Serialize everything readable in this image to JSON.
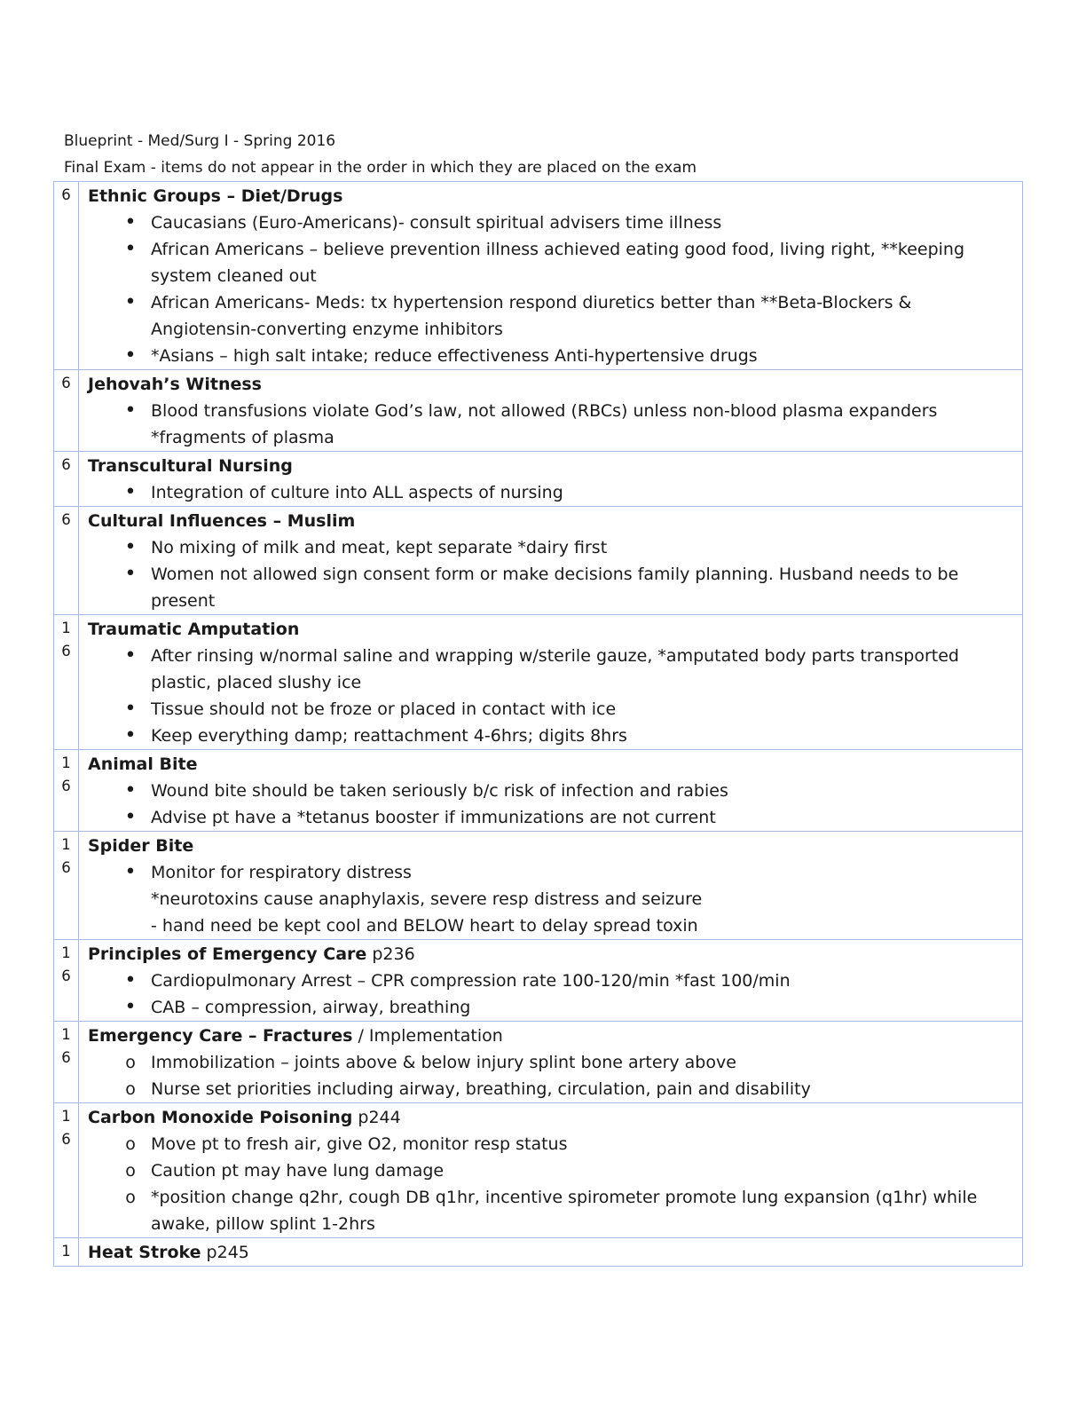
{
  "header": {
    "line1": "Blueprint - Med/Surg I - Spring 2016",
    "line2": "Final Exam - items do not appear in the order in which they are placed on the exam"
  },
  "markers": {
    "bullet": "•",
    "circle": "o"
  },
  "rows": [
    {
      "num": [
        "6"
      ],
      "title": "Ethnic Groups – Diet/Drugs",
      "items": [
        "Caucasians (Euro-Americans)- consult spiritual advisers time illness",
        "African Americans – believe prevention illness achieved eating good food, living right, **keeping system cleaned out",
        "African Americans- Meds: tx hypertension respond diuretics better than **Beta-Blockers & Angiotensin-converting enzyme inhibitors",
        "*Asians – high salt intake; reduce effectiveness Anti-hypertensive drugs"
      ]
    },
    {
      "num": [
        "6"
      ],
      "title": "Jehovah’s Witness",
      "items": [
        "Blood transfusions violate God’s law, not allowed (RBCs) unless non-blood plasma expanders *fragments  of plasma"
      ]
    },
    {
      "num": [
        "6"
      ],
      "title": "Transcultural Nursing",
      "items": [
        "Integration of culture into ALL aspects of nursing"
      ]
    },
    {
      "num": [
        "6"
      ],
      "title": "Cultural Influences – Muslim",
      "items": [
        "No mixing of milk and meat, kept separate *dairy first",
        "Women not allowed sign consent form or make decisions family planning. Husband needs to be present"
      ]
    },
    {
      "num": [
        "1",
        "6"
      ],
      "title": "Traumatic Amputation",
      "items": [
        "After rinsing w/normal saline and wrapping w/sterile gauze, *amputated body parts transported plastic, placed slushy ice",
        "Tissue should not be froze or placed in contact with ice",
        "Keep everything damp; reattachment 4-6hrs; digits 8hrs"
      ]
    },
    {
      "num": [
        "1",
        "6"
      ],
      "title": "Animal Bite",
      "items": [
        "Wound bite should be taken seriously b/c risk of infection and rabies",
        "Advise pt have a *tetanus booster if immunizations are not current"
      ]
    },
    {
      "num": [
        "1",
        "6"
      ],
      "title": "Spider Bite",
      "items": [
        "Monitor for respiratory distress"
      ],
      "extra": [
        "*neurotoxins cause anaphylaxis, severe resp distress and seizure",
        "- hand need be kept cool and BELOW heart to delay spread toxin"
      ]
    },
    {
      "num": [
        "1",
        "6"
      ],
      "title": "Principles of Emergency Care",
      "suffix": " p236",
      "items": [
        "Cardiopulmonary Arrest – CPR compression rate 100-120/min *fast 100/min",
        "CAB – compression, airway, breathing"
      ]
    },
    {
      "num": [
        "1",
        "6"
      ],
      "title": "Emergency Care – Fractures",
      "suffix": " / Implementation",
      "circle": true,
      "items": [
        "Immobilization – joints above & below injury splint bone artery above",
        "Nurse set priorities including airway, breathing, circulation, pain and disability"
      ]
    },
    {
      "num": [
        "1",
        "6"
      ],
      "title": "Carbon Monoxide Poisoning",
      "suffix": " p244",
      "circle": true,
      "items": [
        "Move pt to fresh air, give O2, monitor resp status",
        "Caution pt may have lung damage",
        "*position change q2hr, cough DB q1hr, incentive spirometer promote lung expansion (q1hr) while awake, pillow splint 1-2hrs"
      ]
    },
    {
      "num": [
        "1"
      ],
      "title": "Heat Stroke",
      "suffix": " p245",
      "items": []
    }
  ]
}
